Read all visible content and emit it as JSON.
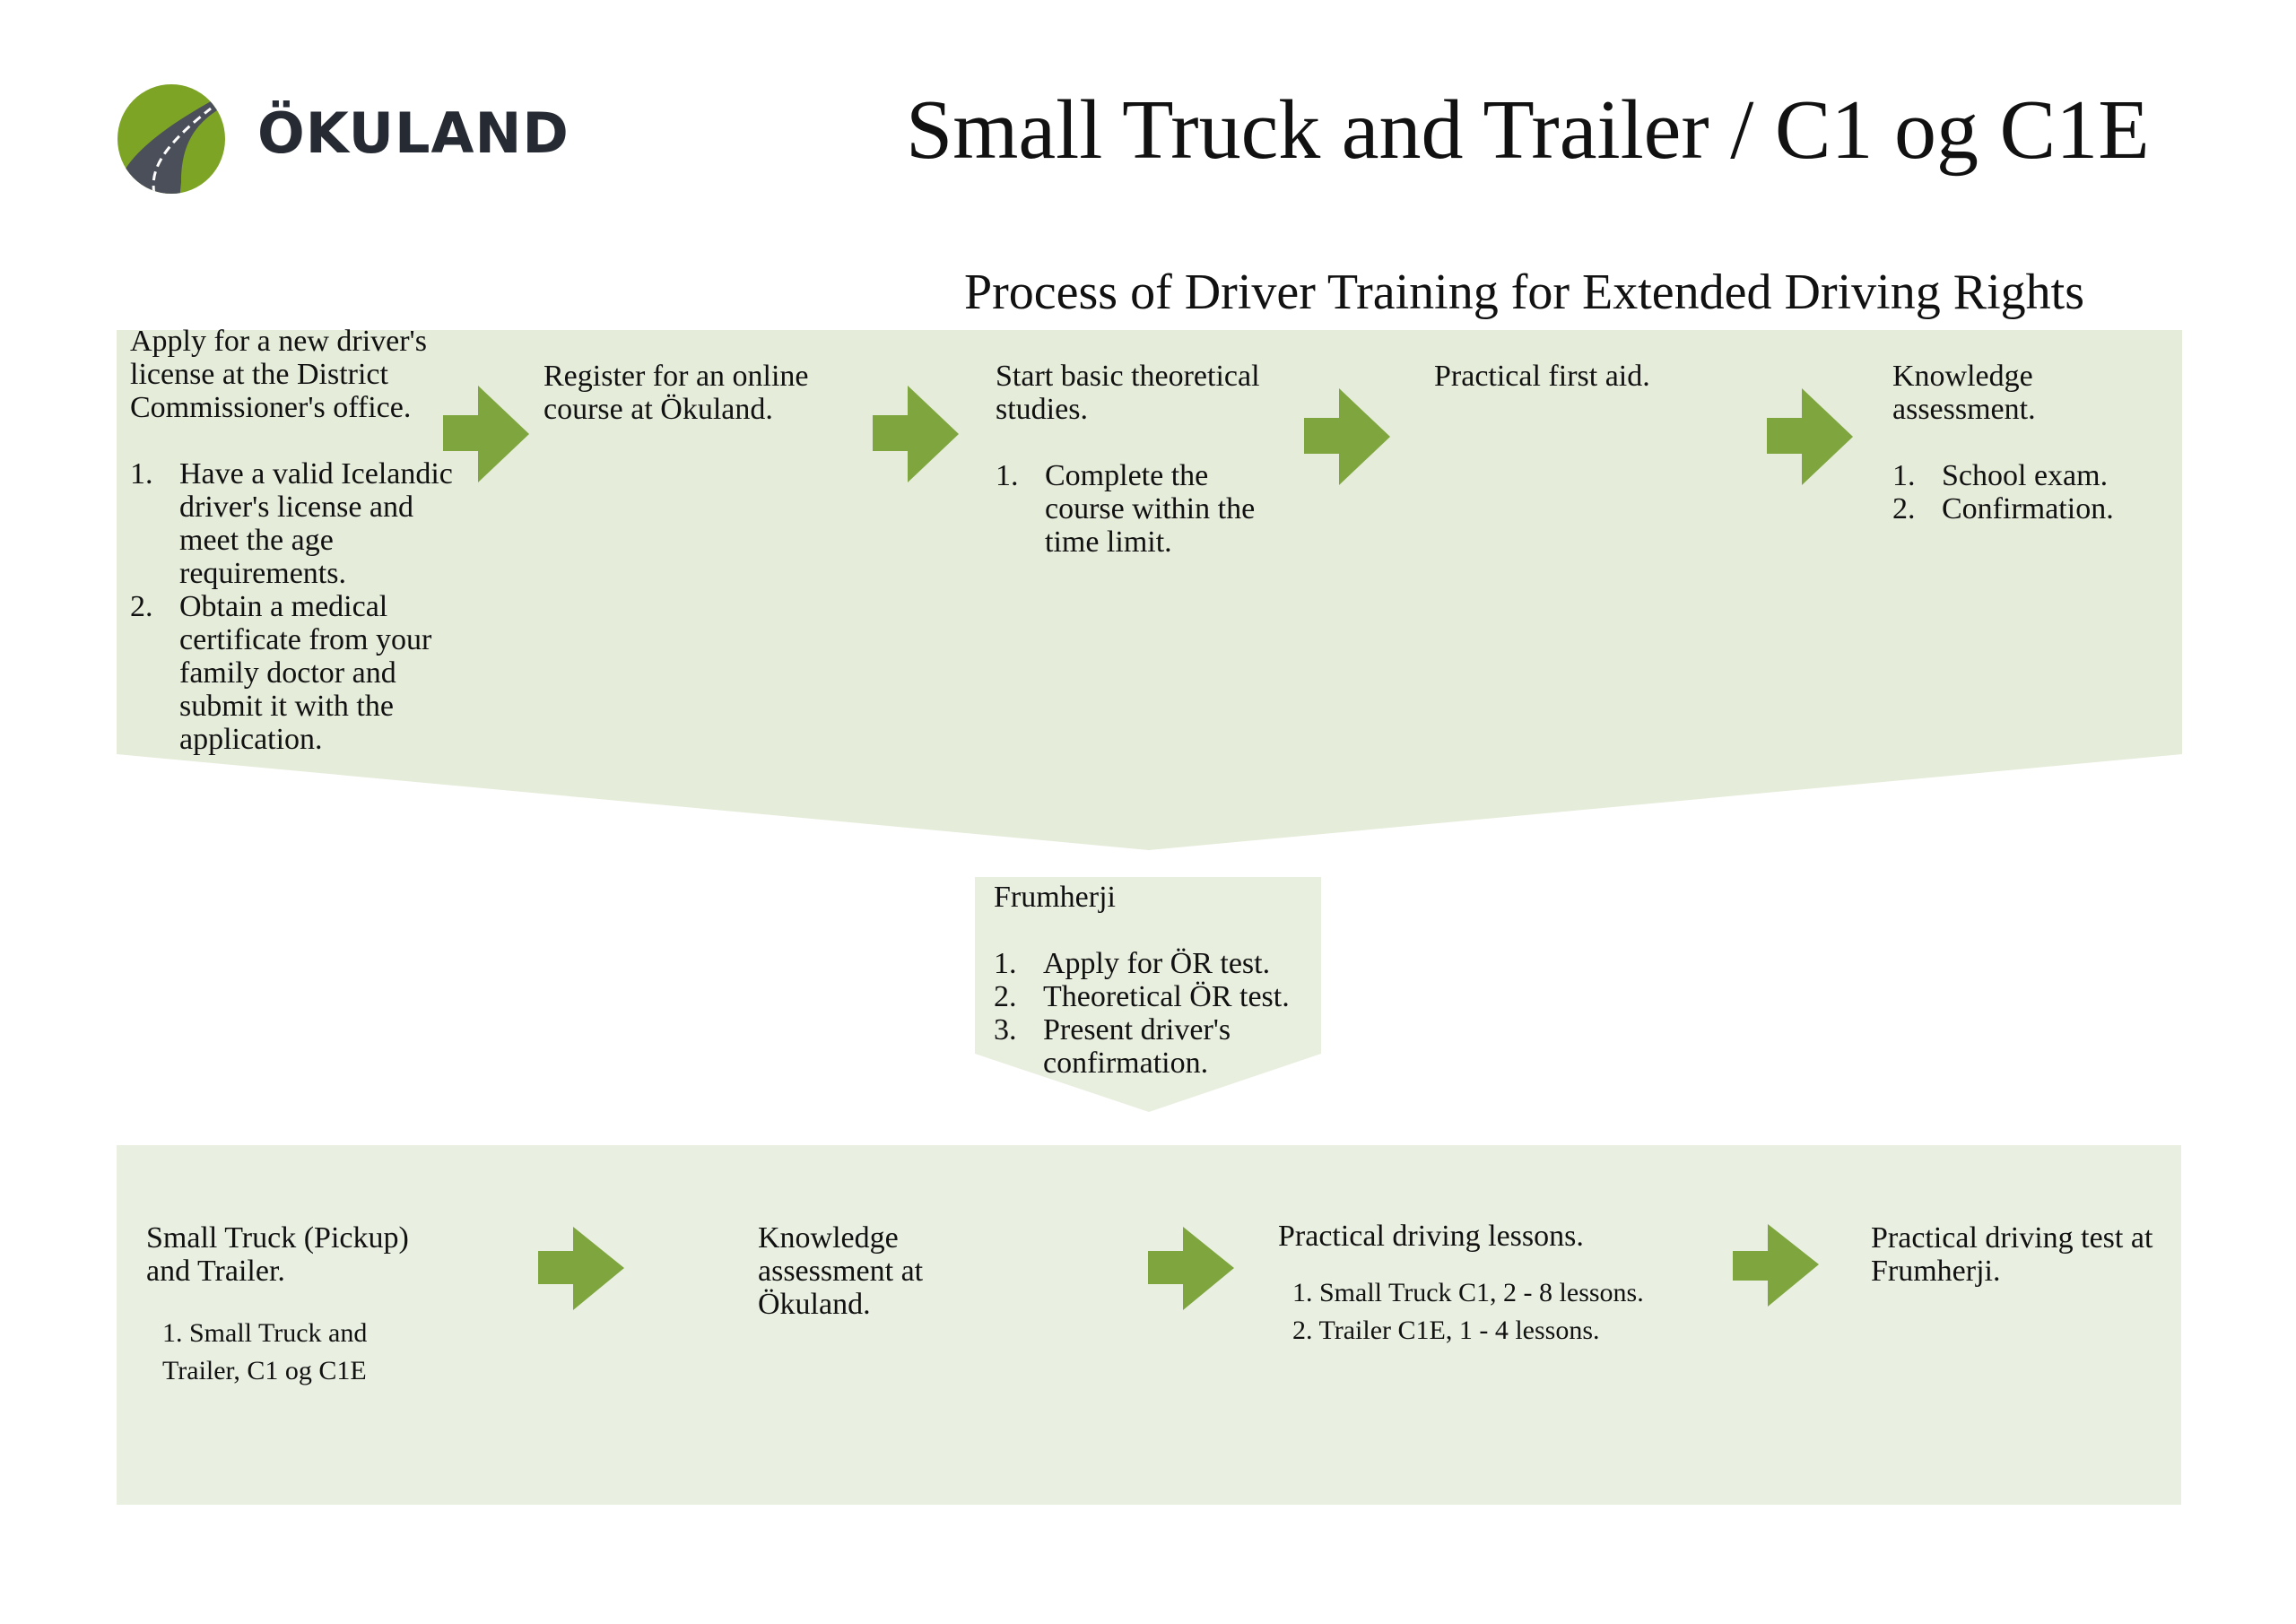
{
  "header": {
    "logo_text": "ÖKULAND",
    "logo_icon": "road-icon",
    "title": "Small Truck and Trailer / C1 og C1E",
    "subtitle": "Process of Driver Training for Extended Driving Rights"
  },
  "colors": {
    "accent_green": "#7ea53e",
    "panel_fill": "#e5ecda",
    "panel_fill_light": "#e9f0e1",
    "logo_dark": "#4a4f59"
  },
  "top_row": [
    {
      "title": "Apply for a new driver's license at the District Commissioner's office.",
      "items": [
        "Have a valid Icelandic driver's license and meet the age requirements.",
        "Obtain a medical certificate from your family doctor and submit it with the application."
      ]
    },
    {
      "title": "Register for an online course at Ökuland.",
      "items": []
    },
    {
      "title": "Start basic theoretical studies.",
      "items": [
        "Complete the course within the time limit."
      ]
    },
    {
      "title": "Practical first aid.",
      "items": []
    },
    {
      "title": "Knowledge assessment.",
      "items": [
        "School exam.",
        "Confirmation."
      ]
    }
  ],
  "middle": {
    "title": "Frumherji",
    "items": [
      "Apply for ÖR test.",
      "Theoretical ÖR test.",
      "Present driver's confirmation."
    ]
  },
  "bottom_row": [
    {
      "title": "Small Truck (Pickup) and Trailer.",
      "items": [
        "1. Small Truck and Trailer, C1 og C1E"
      ]
    },
    {
      "title": "Knowledge assessment at Ökuland.",
      "items": []
    },
    {
      "title": "Practical driving lessons.",
      "items": [
        "1. Small Truck C1, 2 - 8 lessons.",
        "2. Trailer C1E, 1 - 4 lessons."
      ]
    },
    {
      "title": "Practical driving test at Frumherji.",
      "items": []
    }
  ]
}
